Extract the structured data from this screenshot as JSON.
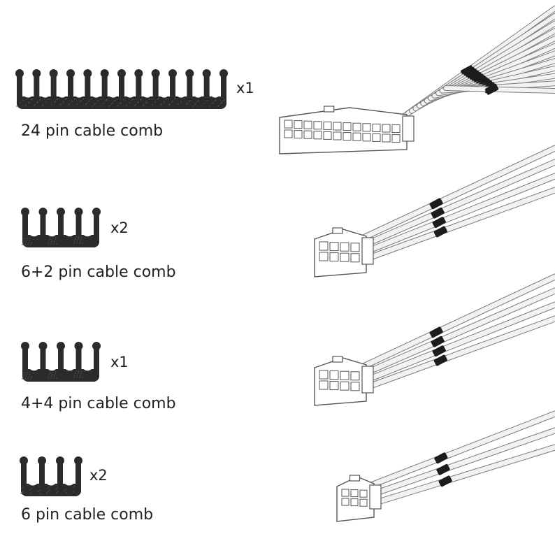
{
  "colors": {
    "comb": "#2b2b2b",
    "wire": "#f2f2f2",
    "wire_outline": "#7a7a7a",
    "connector": "#ffffff",
    "connector_outline": "#555555",
    "clip": "#1c1c1c"
  },
  "items": [
    {
      "caption": "24 pin cable comb",
      "quantity": "x1",
      "slots": 12,
      "wires": 12,
      "pin_cols": 12,
      "pin_rows": 2
    },
    {
      "caption": "6+2 pin cable comb",
      "quantity": "x2",
      "slots": 4,
      "wires": 4,
      "pin_cols": 4,
      "pin_rows": 2
    },
    {
      "caption": "4+4 pin cable comb",
      "quantity": "x1",
      "slots": 4,
      "wires": 4,
      "pin_cols": 4,
      "pin_rows": 2
    },
    {
      "caption": "6 pin cable comb",
      "quantity": "x2",
      "slots": 3,
      "wires": 3,
      "pin_cols": 3,
      "pin_rows": 2
    }
  ]
}
